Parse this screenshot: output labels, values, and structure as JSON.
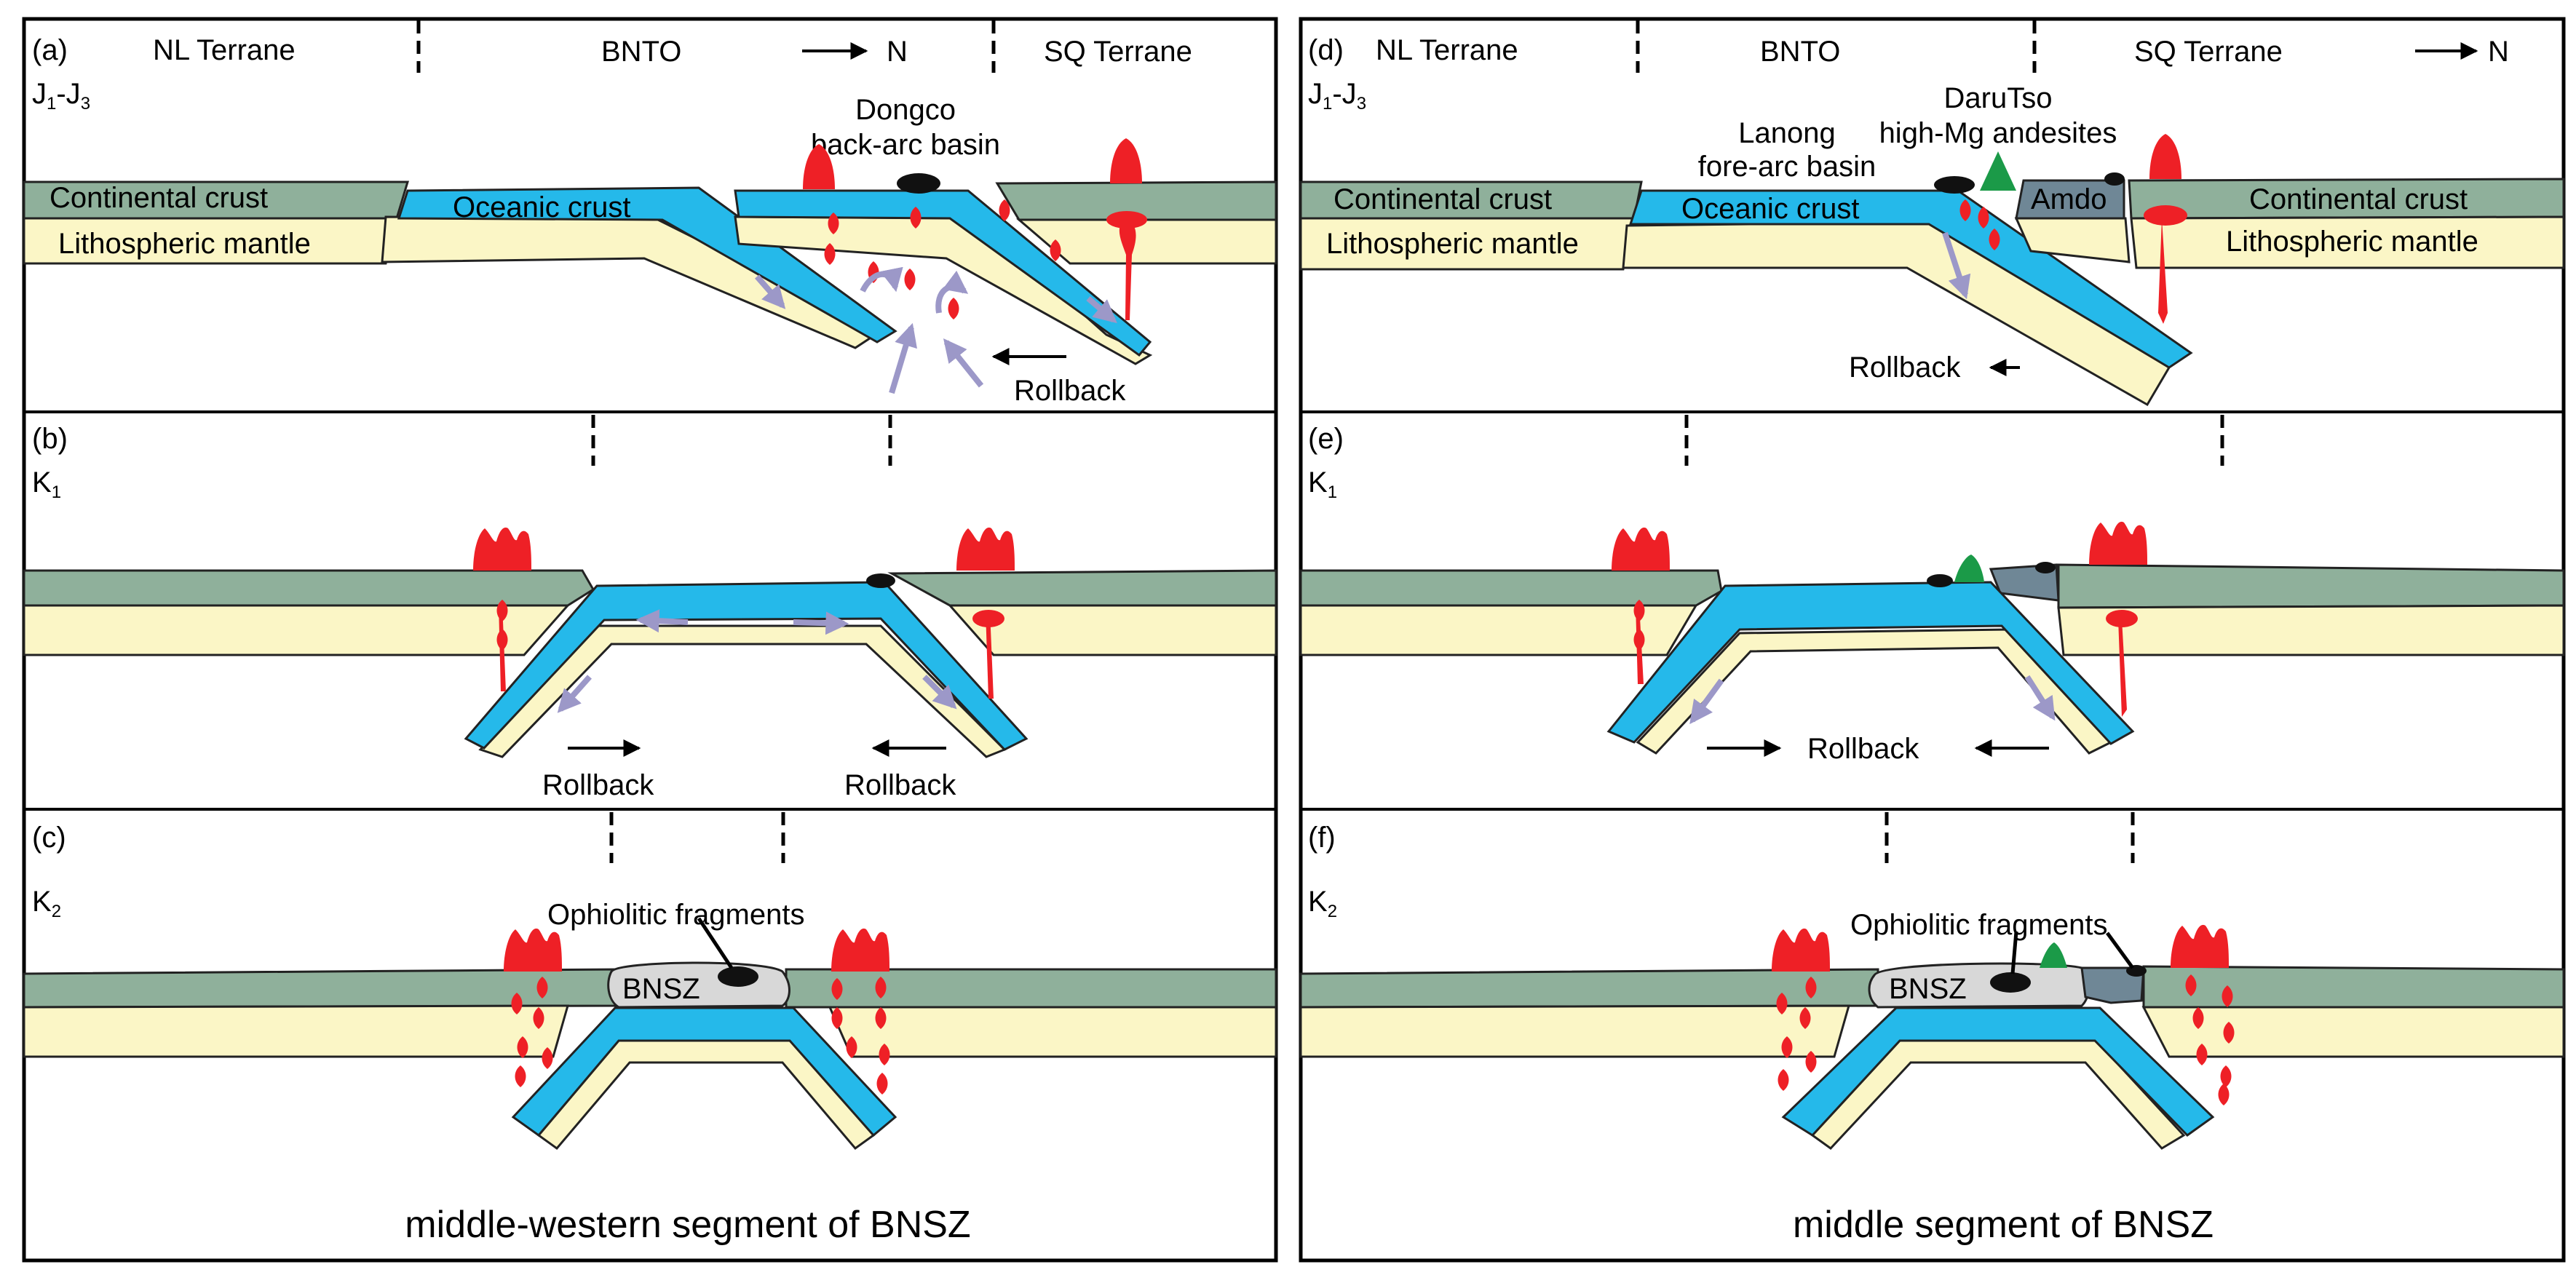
{
  "left": {
    "caption": "middle-western segment of BNSZ",
    "panel_a": {
      "letter": "(a)",
      "age": "J",
      "age_sub1": "1",
      "age_mid": "-J",
      "age_sub2": "3",
      "terrane_left": "NL Terrane",
      "terrane_mid": "BNTO",
      "north": "N",
      "terrane_right": "SQ Terrane",
      "continental_crust": "Continental crust",
      "lithospheric_mantle": "Lithospheric mantle",
      "oceanic_crust": "Oceanic crust",
      "basin_line1": "Dongco",
      "basin_line2": "back-arc basin",
      "rollback": "Rollback"
    },
    "panel_b": {
      "letter": "(b)",
      "age": "K",
      "age_sub": "1",
      "rollback_left": "Rollback",
      "rollback_right": "Rollback"
    },
    "panel_c": {
      "letter": "(c)",
      "age": "K",
      "age_sub": "2",
      "fragments": "Ophiolitic fragments",
      "bnsz": "BNSZ"
    }
  },
  "right": {
    "caption": "middle segment of BNSZ",
    "panel_d": {
      "letter": "(d)",
      "age": "J",
      "age_sub1": "1",
      "age_mid": "-J",
      "age_sub2": "3",
      "terrane_left": "NL Terrane",
      "terrane_mid": "BNTO",
      "terrane_right": "SQ Terrane",
      "north": "N",
      "daru_line1": "DaruTso",
      "daru_line2": "high-Mg andesites",
      "lanong_line1": "Lanong",
      "lanong_line2": "fore-arc basin",
      "amdo": "Amdo",
      "continental_crust_left": "Continental crust",
      "continental_crust_right": "Continental crust",
      "lithospheric_mantle_left": "Lithospheric mantle",
      "lithospheric_mantle_right": "Lithospheric mantle",
      "oceanic_crust": "Oceanic crust",
      "rollback": "Rollback"
    },
    "panel_e": {
      "letter": "(e)",
      "age": "K",
      "age_sub": "1",
      "rollback": "Rollback"
    },
    "panel_f": {
      "letter": "(f)",
      "age": "K",
      "age_sub": "2",
      "fragments": "Ophiolitic fragments",
      "bnsz": "BNSZ"
    }
  },
  "colors": {
    "continental_crust": "#8fb09b",
    "lithospheric_mantle": "#fbf6c6",
    "oceanic_crust": "#25b9ea",
    "magma": "#ee2026",
    "ophiolite": "#111111",
    "andesite": "#1b9a48",
    "amdo": "#6f8796",
    "bnsz": "#d8d8d8",
    "flow_arrow": "#9c98c8"
  }
}
